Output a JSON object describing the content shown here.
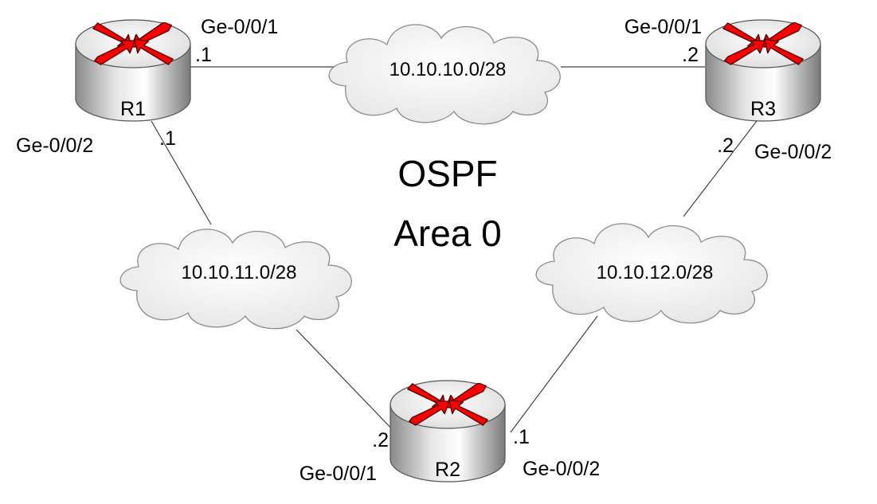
{
  "diagram": {
    "title_line1": "OSPF",
    "title_line2": "Area 0",
    "colors": {
      "link": "#404040",
      "cloud_fill": "#f2f2f2",
      "cloud_stroke": "#8c8c8c",
      "router_body": "#c8c8c8",
      "router_top": "#ffffff",
      "arrow": "#ff0000"
    },
    "routers": [
      {
        "id": "r1",
        "name": "R1"
      },
      {
        "id": "r2",
        "name": "R2"
      },
      {
        "id": "r3",
        "name": "R3"
      }
    ],
    "networks": [
      {
        "id": "net-10-10-10",
        "label": "10.10.10.0/28"
      },
      {
        "id": "net-10-10-11",
        "label": "10.10.11.0/28"
      },
      {
        "id": "net-10-10-12",
        "label": "10.10.12.0/28"
      }
    ],
    "interfaces": {
      "r1_g1": {
        "name": "Ge-0/0/1",
        "ip": ".1"
      },
      "r1_g2": {
        "name": "Ge-0/0/2",
        "ip": ".1"
      },
      "r3_g1": {
        "name": "Ge-0/0/1",
        "ip": ".2"
      },
      "r3_g2": {
        "name": "Ge-0/0/2",
        "ip": ".2"
      },
      "r2_g1": {
        "name": "Ge-0/0/1",
        "ip": ".2"
      },
      "r2_g2": {
        "name": "Ge-0/0/2",
        "ip": ".1"
      }
    }
  }
}
